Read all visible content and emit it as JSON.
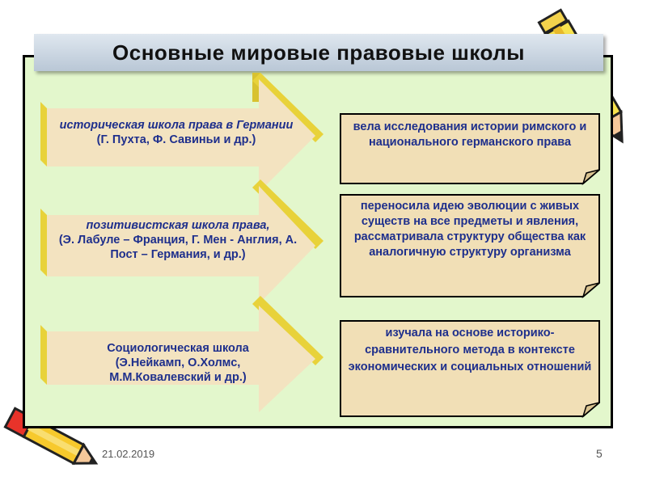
{
  "slide": {
    "title": "Основные мировые правовые школы",
    "date": "21.02.2019",
    "page_number": "5"
  },
  "schools": [
    {
      "name": "историческая школа права в Германии",
      "members": "(Г. Пухта, Ф. Савиньи и др.)",
      "description": "вела исследования истории римского и национального германского права"
    },
    {
      "name": "позитивистская школа права,",
      "members": "(Э. Лабуле – Франция, Г. Мен - Англия, А. Пост – Германия, и др.)",
      "description": "переносила идею эволюции с живых существ на все предметы и явления, рассматривала структуру общества как аналогичную структуру организма"
    },
    {
      "name": "Социологическая школа",
      "members": "(Э.Нейкамп, О.Холмс, М.М.Ковалевский и др.)",
      "description": "изучала на основе историко-сравнительного метода в контексте экономических и социальных отношений"
    }
  ],
  "colors": {
    "panel": "#e3f7cc",
    "arrow_face": "#f3e3c0",
    "arrow_edge": "#e8d23a",
    "note_fill": "#f1dfb6",
    "text": "#1e2f8c"
  },
  "icons": [
    "pencil-icon"
  ]
}
